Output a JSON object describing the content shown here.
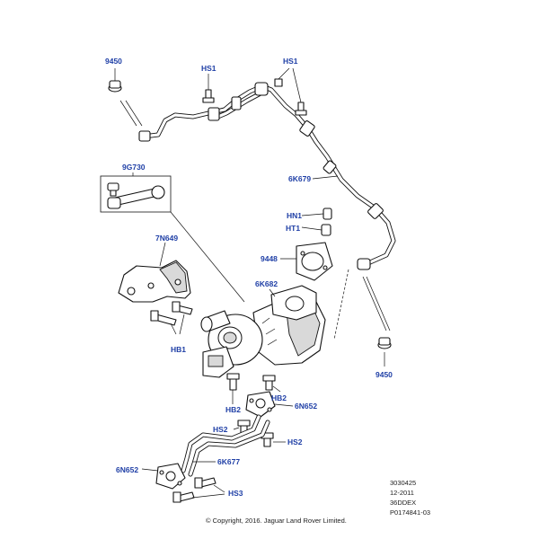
{
  "labels": {
    "l9450_top": "9450",
    "lhs1_a": "HS1",
    "lhs1_b": "HS1",
    "l6k679": "6K679",
    "l9g730": "9G730",
    "lhn1": "HN1",
    "lht1": "HT1",
    "l9448": "9448",
    "l7n649": "7N649",
    "l6k682": "6K682",
    "lhb1": "HB1",
    "l9450_bot": "9450",
    "lhb2_a": "HB2",
    "lhb2_b": "HB2",
    "l6n652_a": "6N652",
    "lhs2_a": "HS2",
    "lhs2_b": "HS2",
    "l6k677": "6K677",
    "l6n652_b": "6N652",
    "lhs3": "HS3"
  },
  "reference": {
    "code": "3030425",
    "date": "12-2011",
    "catalog": "36DDEX",
    "illustration": "P0174841-03"
  },
  "copyright": "© Copyright, 2016. Jaguar Land Rover Limited.",
  "colors": {
    "callout": "#1f3fa6",
    "line": "#111111",
    "shade": "#d9d9d9"
  }
}
